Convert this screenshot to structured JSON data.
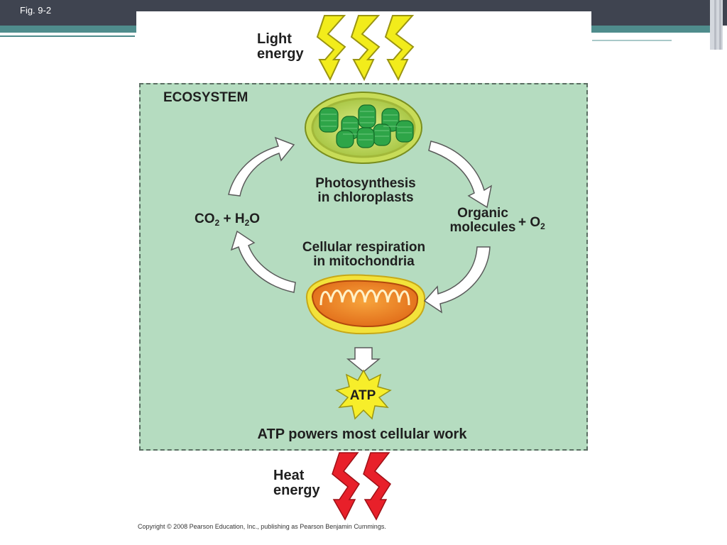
{
  "figure_label": "Fig. 9-2",
  "light_energy": [
    "Light",
    "energy"
  ],
  "ecosystem_title": "ECOSYSTEM",
  "photosynthesis": [
    "Photosynthesis",
    "in chloroplasts"
  ],
  "respiration": [
    "Cellular respiration",
    "in mitochondria"
  ],
  "inputs": {
    "co2": "CO",
    "sub2": "2",
    "plus_h": " + H",
    "sub_h": "2",
    "o": "O"
  },
  "outputs": {
    "organic": [
      "Organic",
      "molecules"
    ],
    "plus_o2": "+ O",
    "sub": "2"
  },
  "atp": "ATP",
  "atp_powers": "ATP powers most cellular work",
  "heat_energy": [
    "Heat",
    "energy"
  ],
  "copyright": "Copyright © 2008 Pearson Education, Inc., publishing as Pearson Benjamin Cummings.",
  "colors": {
    "ecosystem_bg": "#b5dcc0",
    "light_bolt": "#f2ec1b",
    "heat_bolt": "#e8202a",
    "atp_star": "#f7ee2a",
    "chloroplast": "#2ea548",
    "mitochondrion": "#f08a24"
  },
  "icons": [
    "light-bolt-icon",
    "heat-bolt-icon",
    "chloroplast-icon",
    "mitochondrion-icon",
    "atp-star-icon",
    "cycle-arrow-icon"
  ]
}
